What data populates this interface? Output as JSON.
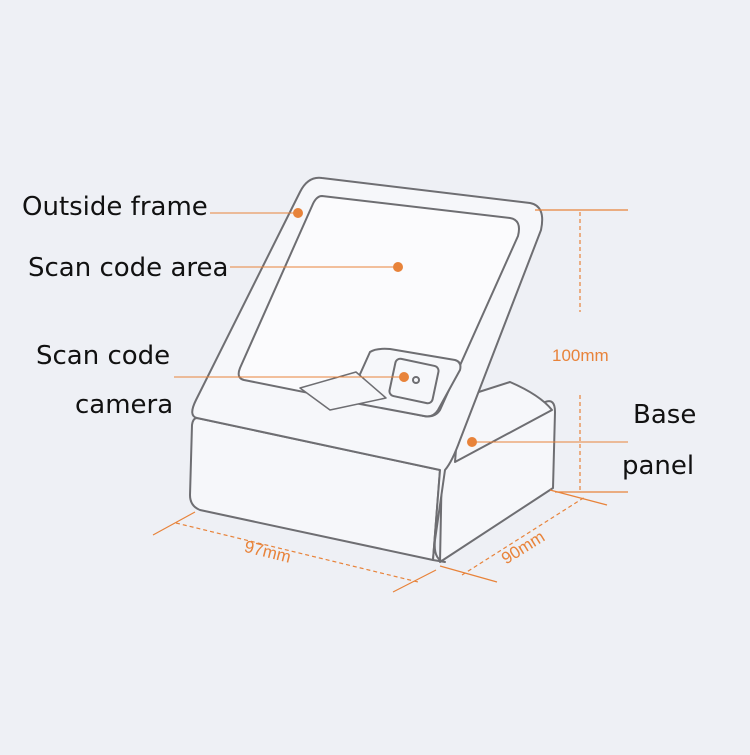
{
  "labels": {
    "outside_frame": "Outside frame",
    "scan_code_area": "Scan code area",
    "scan_code_camera_line1": "Scan code",
    "scan_code_camera_line2": "camera",
    "base_panel_line1": "Base",
    "base_panel_line2": "panel"
  },
  "dimensions": {
    "height": "100mm",
    "width": "97mm",
    "depth": "90mm"
  },
  "colors": {
    "background": "#eef0f5",
    "accent": "#e8833a",
    "outline": "#6e6e72",
    "device_fill": "#f6f7fa"
  }
}
